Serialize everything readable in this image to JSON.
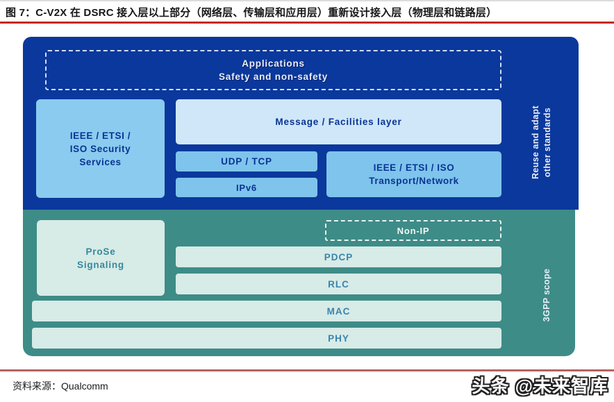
{
  "page": {
    "title": "图 7：C-V2X 在 DSRC 接入层以上部分（网络层、传输层和应用层）重新设计接入层（物理层和链路层）",
    "source": "资料来源：Qualcomm",
    "watermark": "头条 @未来智库"
  },
  "colors": {
    "title_underline": "#c4291c",
    "footer_line": "#b5635e",
    "navy_bg": "#0b389c",
    "sky_box": "#7ec4ec",
    "sky_box_light": "#8acbef",
    "pale_box": "#cfe7f8",
    "navy_text": "#0a3494",
    "teal_bg": "#3e8c87",
    "mint_box": "#d7ebe7",
    "teal_text": "#37899c",
    "steel_text": "#3a84ad",
    "light_text": "#e8effa"
  },
  "stack": {
    "applications": {
      "line1": "Applications",
      "line2": "Safety and non-safety"
    },
    "security": {
      "line1": "IEEE / ETSI /",
      "line2": "ISO Security",
      "line3": "Services"
    },
    "message": {
      "label": "Message / Facilities layer"
    },
    "udp": {
      "label": "UDP / TCP"
    },
    "ipv6": {
      "label": "IPv6"
    },
    "transport": {
      "line1": "IEEE / ETSI / ISO",
      "line2": "Transport/Network"
    },
    "reuse_label": {
      "line1": "Reuse and adapt",
      "line2": "other standards"
    },
    "prose": {
      "line1": "ProSe",
      "line2": "Signaling"
    },
    "nonip": {
      "label": "Non-IP"
    },
    "rows": [
      "PDCP",
      "RLC",
      "MAC",
      "PHY"
    ],
    "scope_label": "3GPP scope"
  }
}
